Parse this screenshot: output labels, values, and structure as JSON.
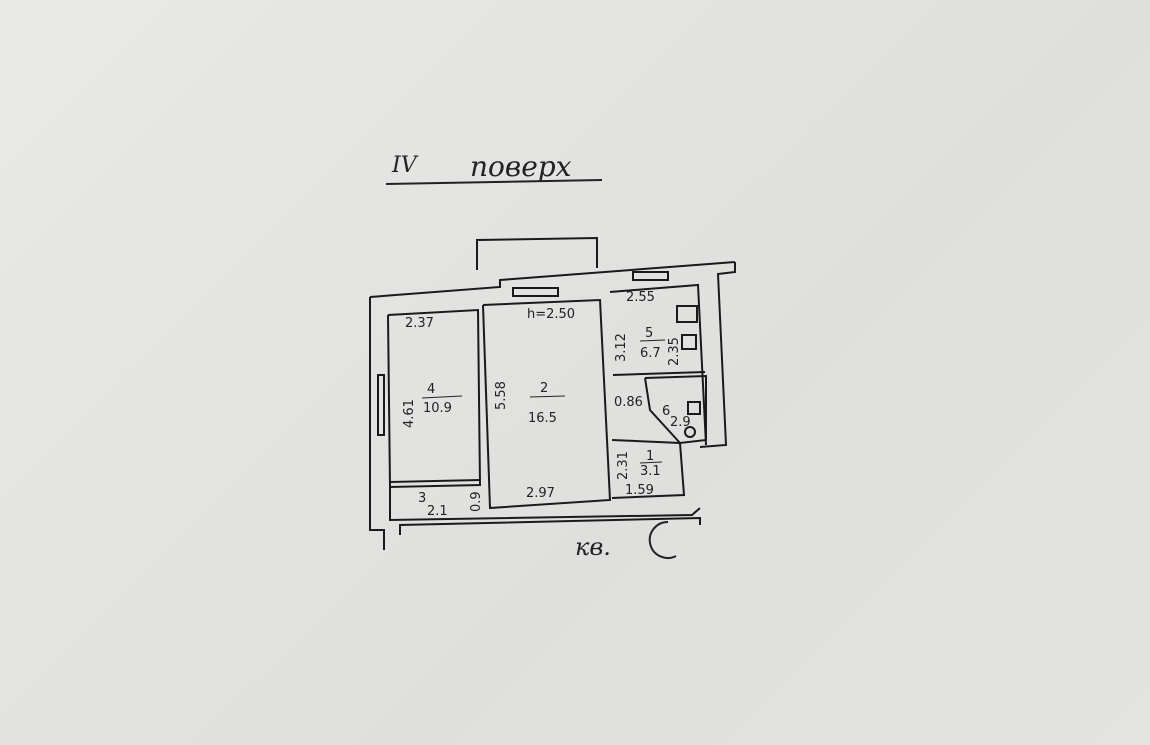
{
  "heading": {
    "floor_numeral": "IV",
    "floor_word": "поверх"
  },
  "ceiling_height": "h=2.50",
  "rooms": [
    {
      "number": "1",
      "area": "3.1",
      "dims": [
        "2.31",
        "1.59"
      ]
    },
    {
      "number": "2",
      "area": "16.5",
      "dims": [
        "5.58",
        "2.97"
      ]
    },
    {
      "number": "3",
      "area": "2.1",
      "dims": [
        "0.9"
      ]
    },
    {
      "number": "4",
      "area": "10.9",
      "dims": [
        "4.61",
        "2.37"
      ]
    },
    {
      "number": "5",
      "area": "6.7",
      "dims": [
        "3.12",
        "2.55",
        "2.35"
      ]
    },
    {
      "number": "6",
      "area": "2.9",
      "dims": [
        "0.86"
      ]
    }
  ],
  "apartment_label": "кв."
}
